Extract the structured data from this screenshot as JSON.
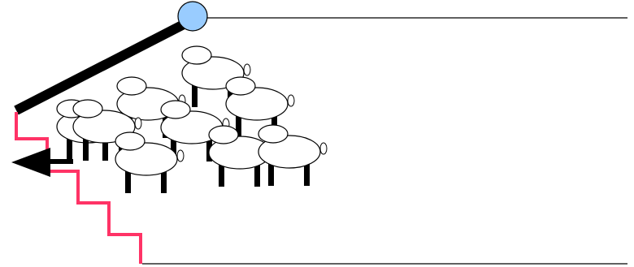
{
  "diagram": {
    "colors": {
      "background": "#ffffff",
      "line": "#000000",
      "stairs": "#ff3366",
      "sheep_body": "#ffffff",
      "ball": "#99ccff"
    },
    "icons": {
      "ball": "circle",
      "arrow": "left-arrow",
      "animal": "sheep"
    },
    "sheep_count": 9
  }
}
